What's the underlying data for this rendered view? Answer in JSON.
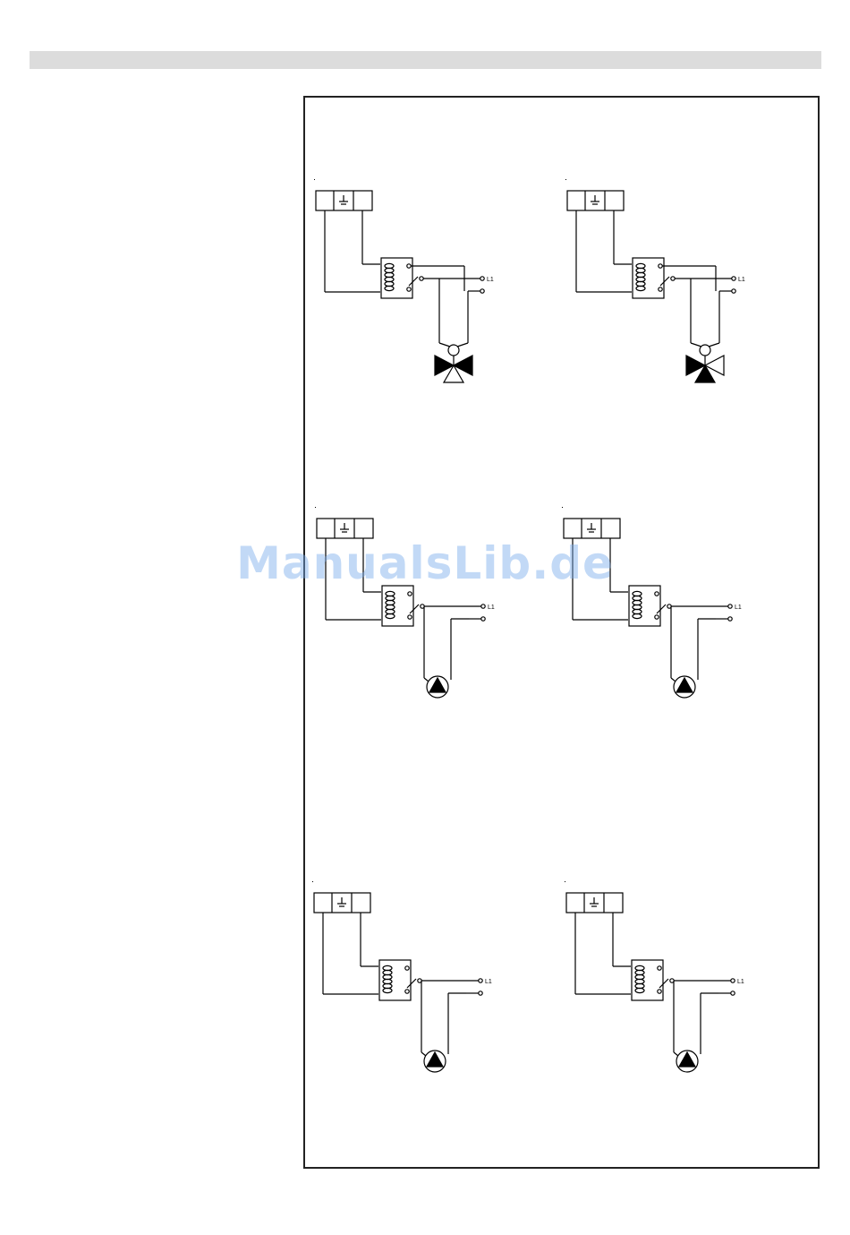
{
  "watermark": "ManualsLib.de",
  "line_label": "L1",
  "diagrams": [
    {
      "id": "valve-a",
      "load": "valve",
      "variant": "a"
    },
    {
      "id": "valve-b",
      "load": "valve",
      "variant": "b"
    },
    {
      "id": "pump-1",
      "load": "pump"
    },
    {
      "id": "pump-2",
      "load": "pump"
    },
    {
      "id": "pump-3",
      "load": "pump"
    },
    {
      "id": "pump-4",
      "load": "pump"
    }
  ]
}
